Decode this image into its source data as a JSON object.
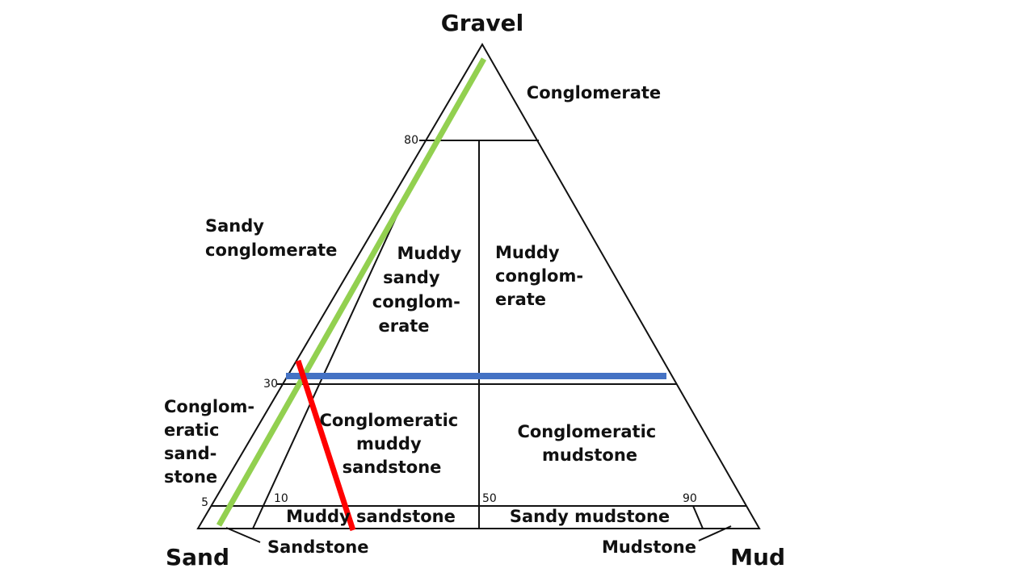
{
  "vertices": {
    "gravel": "Gravel",
    "sand": "Sand",
    "mud": "Mud"
  },
  "ticks": {
    "gravel_80": "80",
    "gravel_30": "30",
    "gravel_5": "5",
    "ratio_10": "10",
    "ratio_50": "50",
    "ratio_90": "90"
  },
  "regions": {
    "conglomerate": [
      "Conglomerate"
    ],
    "sandy_conglomerate": [
      "Sandy",
      "conglomerate"
    ],
    "muddy_sandy_conglomerate": [
      "Muddy",
      "sandy",
      "conglom-",
      "erate"
    ],
    "muddy_conglomerate": [
      "Muddy",
      "conglom-",
      "erate"
    ],
    "conglomeratic_sandstone": [
      "Conglom-",
      "eratic",
      "sand-",
      "stone"
    ],
    "conglomeratic_muddy_sandstone": [
      "Conglomeratic",
      "muddy",
      "sandstone"
    ],
    "conglomeratic_mudstone": [
      "Conglomeratic",
      "mudstone"
    ],
    "muddy_sandstone": [
      "Muddy sandstone"
    ],
    "sandy_mudstone": [
      "Sandy mudstone"
    ],
    "sandstone": [
      "Sandstone"
    ],
    "mudstone": [
      "Mudstone"
    ]
  },
  "overlay_colors": {
    "green": "#92d050",
    "blue": "#4472c4",
    "red": "#ff0000",
    "outline": "#111111"
  }
}
